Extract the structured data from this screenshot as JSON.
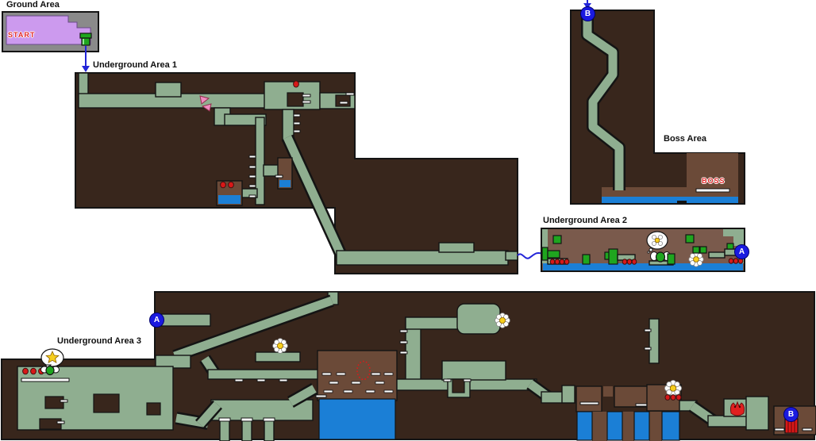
{
  "title": "cave level map",
  "palette": {
    "background": "#FFFFFF",
    "cave_dark_brown": "#38261C",
    "room_medium_brown": "#6B4A38",
    "area2_brown": "#7A5A4C",
    "passage_sage_green": "#8FAE90",
    "pipe_bright_green": "#1FA51F",
    "water_blue": "#1B7FD6",
    "marker_blue": "#1A1AE0",
    "ground_purple": "#CC9AEE",
    "ground_gray": "#8A8A8A",
    "item_red": "#D81818",
    "label_black": "#101010",
    "red_text": "#E02828"
  },
  "areas": {
    "ground": {
      "label": "Ground Area",
      "start_label": "START"
    },
    "ua1": {
      "label": "Underground Area 1"
    },
    "ua2": {
      "label": "Underground Area 2"
    },
    "boss": {
      "label": "Boss Area",
      "boss_label": "BOSS"
    },
    "ua3": {
      "label": "Underground Area 3"
    }
  },
  "markers": {
    "b_shaft_top": "B",
    "a_ua2_exit": "A",
    "a_ua3_entry": "A",
    "b_ua3_exit": "B"
  },
  "connections": [
    {
      "from": "ground start pipe",
      "to": "ua1",
      "type": "blue-down-arrow"
    },
    {
      "from": "ua1 lower-right exit",
      "to": "ua2 left entry",
      "type": "blue-wavy-line"
    },
    {
      "from": "ua2 marker A",
      "to": "ua3 marker A",
      "type": "letter-pair"
    },
    {
      "from": "ua3 marker B",
      "to": "boss shaft marker B",
      "type": "letter-pair"
    }
  ],
  "items": {
    "red_berries": {
      "color": "#D81818",
      "count_ua1": 3,
      "count_ua2": 10,
      "count_ua3": 6
    },
    "smiley_flowers": {
      "count_ua2": 1,
      "count_ua3": 3
    },
    "flower_thought_bubble": {
      "area": "ua2",
      "count": 1
    },
    "star_thought_bubble": {
      "area": "ua3",
      "count": 1
    },
    "winged_eggs": {
      "count_ua2": 1,
      "count_ua3": 1
    },
    "pink_flippers": {
      "area": "ua1",
      "count": 2
    },
    "red_coin_ring": {
      "area": "ua3",
      "shape": "dotted-oval"
    },
    "red_tulip": {
      "area": "ua3",
      "count": 1
    },
    "red_pipe": {
      "area": "ua3",
      "count": 1
    },
    "start_pipe_green": {
      "area": "ground",
      "count": 1
    },
    "boss_platform": {
      "area": "boss",
      "count": 1
    }
  }
}
